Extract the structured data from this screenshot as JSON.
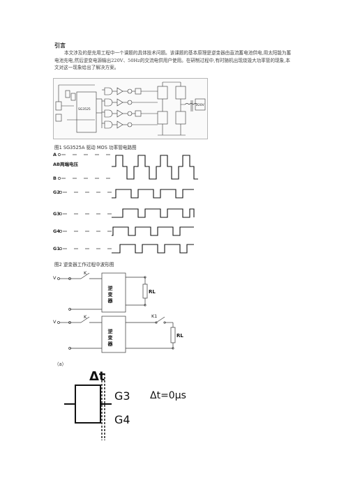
{
  "heading": "引言",
  "intro_paragraph": "本文涉及的是充用工程中一个课题的具体技术问题。该课题的基本原理是逆变器由直流蓄电池供电,用太阳能为蓄电池充电,然后逆变电源输出220V、50Hz的交流电供用户使用。在研制过程中,有时随机出现烧毁大功率管的现象,本文对这一现象给出了解决方案。",
  "figure1": {
    "caption": "图1 SG3525A 驱动 MOS 功率管电路图",
    "chip_label": "SG3525",
    "output_label": "220V"
  },
  "figure2": {
    "caption": "图2 逆变器工作过程中波形图",
    "signals": [
      "A",
      "AB两端电压",
      "B",
      "G2",
      "G3",
      "G4",
      "G1"
    ]
  },
  "figure3": {
    "supply_label": "V",
    "switch_label": "K",
    "switch2_label": "K1",
    "block_label": "逆变器",
    "load_label": "RL",
    "caption": "（a）"
  },
  "figure4": {
    "delta_label": "Δt",
    "upper_signal": "G3",
    "lower_signal": "G4",
    "formula": "Δt=0μs"
  }
}
